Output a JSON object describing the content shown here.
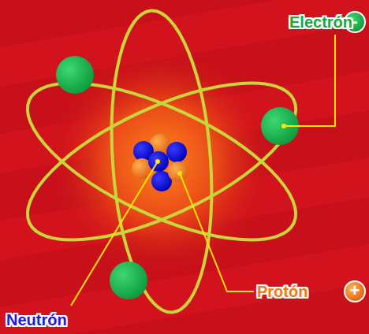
{
  "diagram": {
    "labels": [
      "Electrón",
      "-",
      "Protón",
      "+",
      "Neutrón"
    ]
  }
}
